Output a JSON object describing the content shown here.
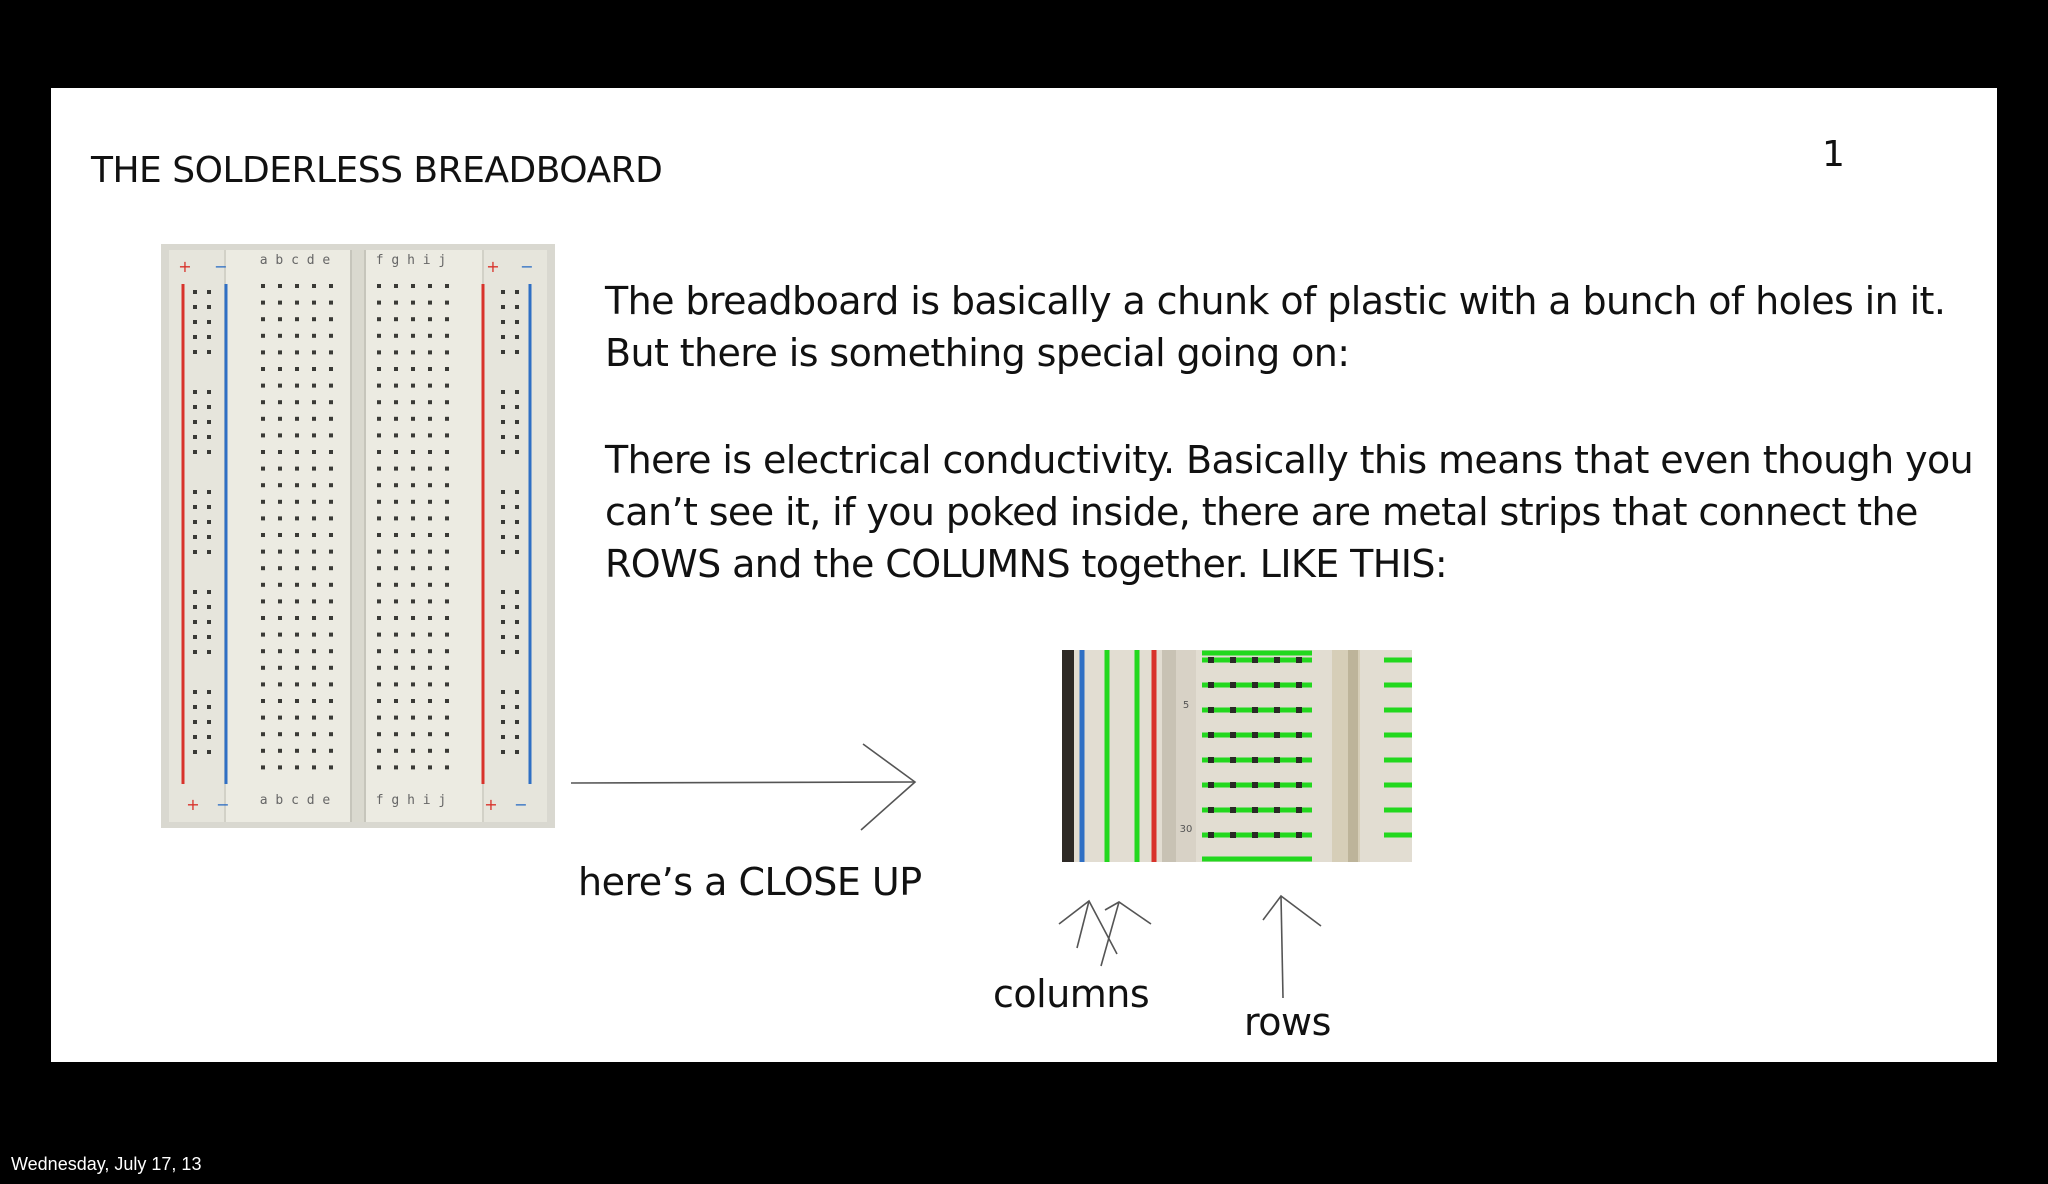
{
  "slide": {
    "title": "THE SOLDERLESS BREADBOARD",
    "number": "1",
    "paragraph1": {
      "line1": "The breadboard is basically a chunk of plastic with a bunch of holes in it.",
      "line2": "But there is something special going on:"
    },
    "paragraph2": {
      "line1": "There is electrical conductivity. Basically this means that even though you",
      "line2": "can’t see it, if you poked inside, there are metal strips that connect the",
      "line3": "ROWS and the COLUMNS together. LIKE THIS:"
    },
    "breadboard_photo": {
      "top_labels_left": "a b c d e",
      "top_labels_right": "f g h i j",
      "bottom_labels_left": "a b c d e",
      "bottom_labels_right": "f g h i j",
      "plus": "+",
      "minus": "−"
    },
    "closeup_photo": {
      "row_number_top": "5",
      "row_number_bottom": "30"
    },
    "annotations": {
      "closeup": "here’s a  CLOSE UP",
      "columns": "columns",
      "rows": "rows"
    }
  },
  "footer": {
    "date": "Wednesday, July 17, 13"
  },
  "colors": {
    "background": "#000000",
    "slide": "#ffffff",
    "rail_red": "#d8322b",
    "rail_blue": "#2f6fc4",
    "strip_green": "#22d81e",
    "board": "#ecebe2"
  }
}
